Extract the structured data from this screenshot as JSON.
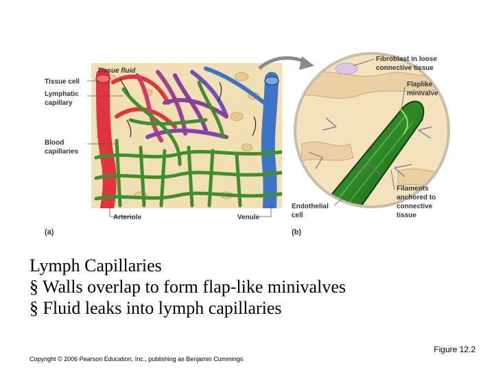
{
  "figure": {
    "panel_a_letter": "(a)",
    "panel_b_letter": "(b)",
    "labels_a": {
      "tissue_cell": "Tissue cell",
      "tissue_fluid": "Tissue fluid",
      "lymphatic_capillary_1": "Lymphatic",
      "lymphatic_capillary_2": "capillary",
      "blood_capillaries_1": "Blood",
      "blood_capillaries_2": "capillaries",
      "arteriole": "Arteriole",
      "venule": "Venule"
    },
    "labels_b": {
      "fibroblast_1": "Fibroblast in loose",
      "fibroblast_2": "connective tissue",
      "flaplike_1": "Flaplike",
      "flaplike_2": "minivalve",
      "filaments_1": "Filaments",
      "filaments_2": "anchored to",
      "filaments_3": "connective",
      "filaments_4": "tissue",
      "endothelial_1": "Endothelial",
      "endothelial_2": "cell"
    },
    "colors": {
      "arteriole": "#e2343f",
      "venule": "#3d74c4",
      "capillary_mix": "#8a3fa0",
      "lymphatic": "#3f8f2c",
      "tissue_background": "#f2dfb4",
      "zoom_background": "#f4e2bd"
    }
  },
  "caption": {
    "title": "Lymph Capillaries",
    "bullet_1": "§ Walls overlap to form flap-like minivalves",
    "bullet_2": "§ Fluid leaks into lymph capillaries"
  },
  "figure_number": "Figure 12.2",
  "copyright": "Copyright © 2006 Pearson Education, Inc., publishing as Benjamin Cummings"
}
